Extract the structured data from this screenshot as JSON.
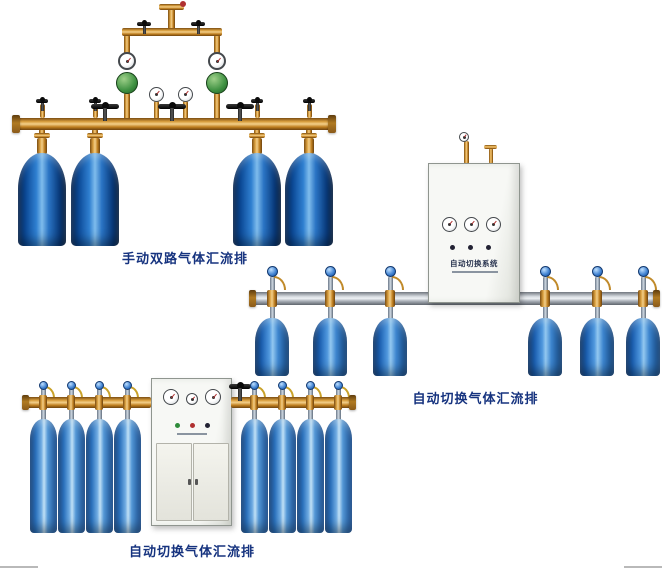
{
  "page": {
    "background": "#ffffff"
  },
  "products": {
    "manual_dual_manifold": {
      "caption": "手动双路气体汇流排",
      "cylinder_count": 4
    },
    "auto_switch_manifold": {
      "caption": "自动切换气体汇流排",
      "cabinet_label": "自动切换系统",
      "cylinder_count": 6
    },
    "auto_switch_manifold_2": {
      "caption": "自动切换气体汇流排",
      "cylinder_count": 8
    }
  },
  "colors": {
    "caption_text": "#16337f",
    "cylinder_dark_blue": "#0c4a97",
    "cylinder_medium_blue": "#1d62b4",
    "cylinder_light_blue": "#2e77c4",
    "brass_pipe": "#c07f1f",
    "steel_pipe": "#c3c8cf",
    "cabinet_face": "#f4f5f2",
    "regulator_green": "#3f9142"
  }
}
